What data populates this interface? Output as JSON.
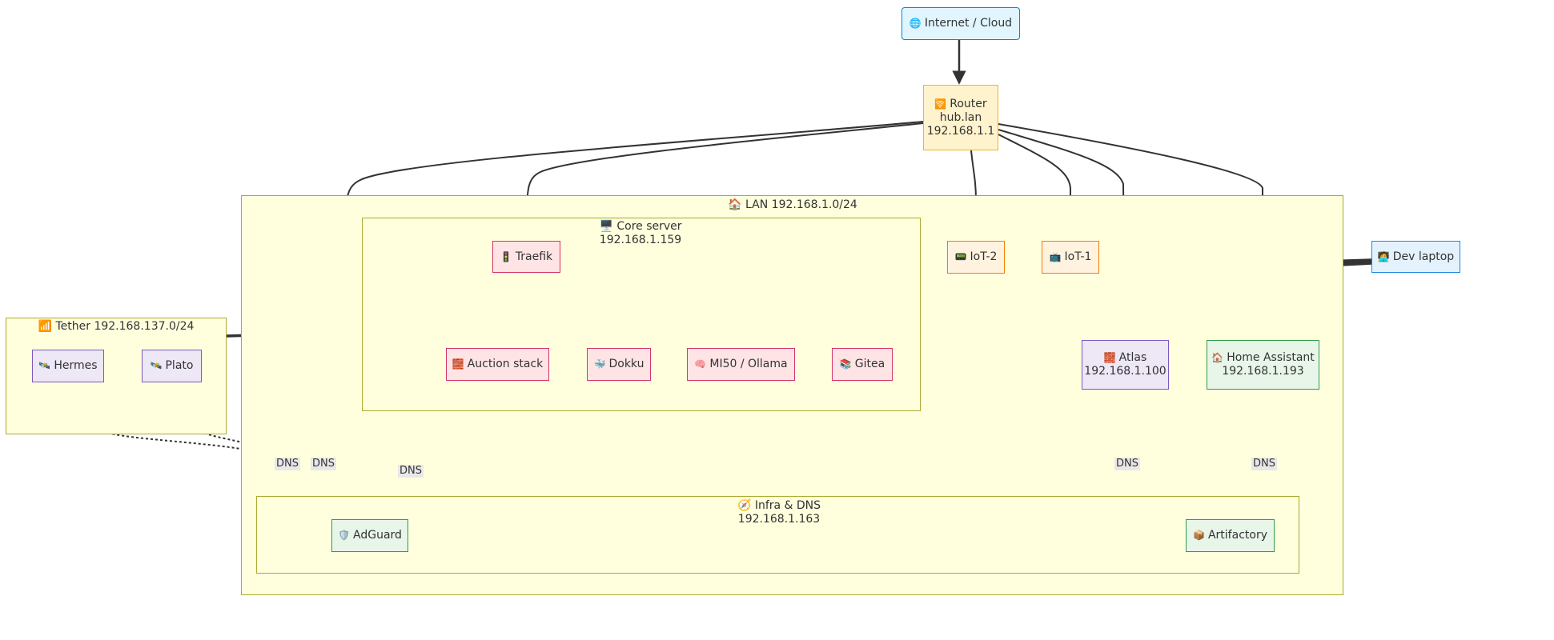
{
  "clusters": {
    "lan": "🏠 LAN 192.168.1.0/24",
    "core": "🖥️ Core server",
    "core_ip": "192.168.1.159",
    "tether": "📶 Tether 192.168.137.0/24",
    "infra": "🧭 Infra & DNS",
    "infra_ip": "192.168.1.163"
  },
  "nodes": {
    "internet": {
      "icon": "🌐",
      "label": "Internet / Cloud"
    },
    "router": {
      "icon": "🛜",
      "label": "Router",
      "line2": "hub.lan",
      "line3": "192.168.1.1"
    },
    "traefik": {
      "icon": "🚦",
      "label": "Traefik"
    },
    "auction": {
      "icon": "🧱",
      "label": "Auction stack"
    },
    "dokku": {
      "icon": "🐳",
      "label": "Dokku"
    },
    "mi50": {
      "icon": "🧠",
      "label": "MI50 / Ollama"
    },
    "gitea": {
      "icon": "📚",
      "label": "Gitea"
    },
    "iot2": {
      "icon": "📟",
      "label": "IoT-2"
    },
    "iot1": {
      "icon": "📺",
      "label": "IoT-1"
    },
    "devlaptop": {
      "icon": "🧑‍💻",
      "label": "Dev laptop"
    },
    "hermes": {
      "icon": "🛰️",
      "label": "Hermes"
    },
    "plato": {
      "icon": "🛰️",
      "label": "Plato"
    },
    "atlas": {
      "icon": "🧱",
      "label": "Atlas",
      "line2": "192.168.1.100"
    },
    "homeassistant": {
      "icon": "🏠",
      "label": "Home Assistant",
      "line2": "192.168.1.193"
    },
    "adguard": {
      "icon": "🛡️",
      "label": "AdGuard"
    },
    "artifactory": {
      "icon": "📦",
      "label": "Artifactory"
    }
  },
  "edge_labels": {
    "dns1": "DNS",
    "dns2": "DNS",
    "dns3": "DNS",
    "dns4": "DNS",
    "dns5": "DNS"
  }
}
